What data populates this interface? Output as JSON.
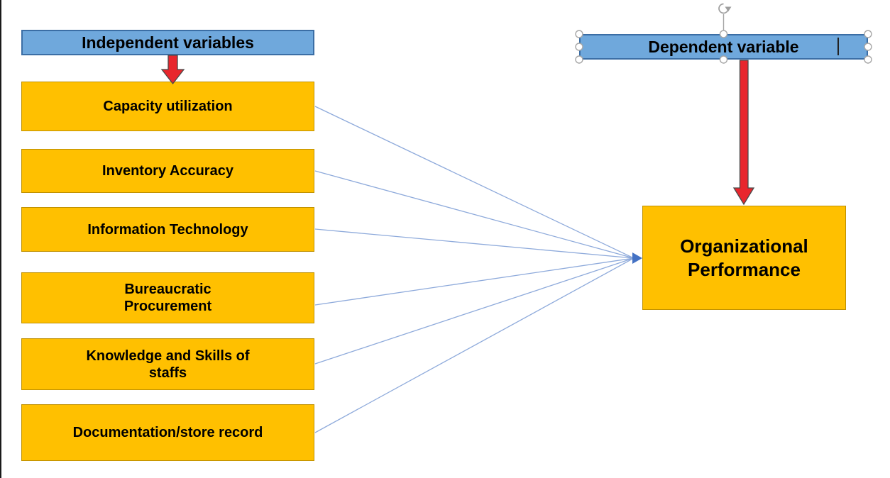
{
  "diagram": {
    "independent": {
      "header": "Independent variables",
      "boxes": [
        {
          "label": "Capacity utilization"
        },
        {
          "label": "Inventory Accuracy"
        },
        {
          "label": "Information Technology"
        },
        {
          "label": "Bureaucratic Procurement"
        },
        {
          "label": "Knowledge and Skills of staffs"
        },
        {
          "label": "Documentation/store record"
        }
      ]
    },
    "dependent": {
      "header": "Dependent variable",
      "box": "Organizational Performance"
    },
    "colors": {
      "header_fill": "#6FA8DC",
      "header_border": "#3B6EA5",
      "box_fill": "#FFC000",
      "box_border": "#BF9000",
      "arrow_fill": "#E8262D",
      "arrow_outline": "#4a4a4a",
      "connector_line": "#8EAADB",
      "connector_arrowhead": "#4472C4",
      "selection_handle": "#a6a6a6"
    }
  }
}
